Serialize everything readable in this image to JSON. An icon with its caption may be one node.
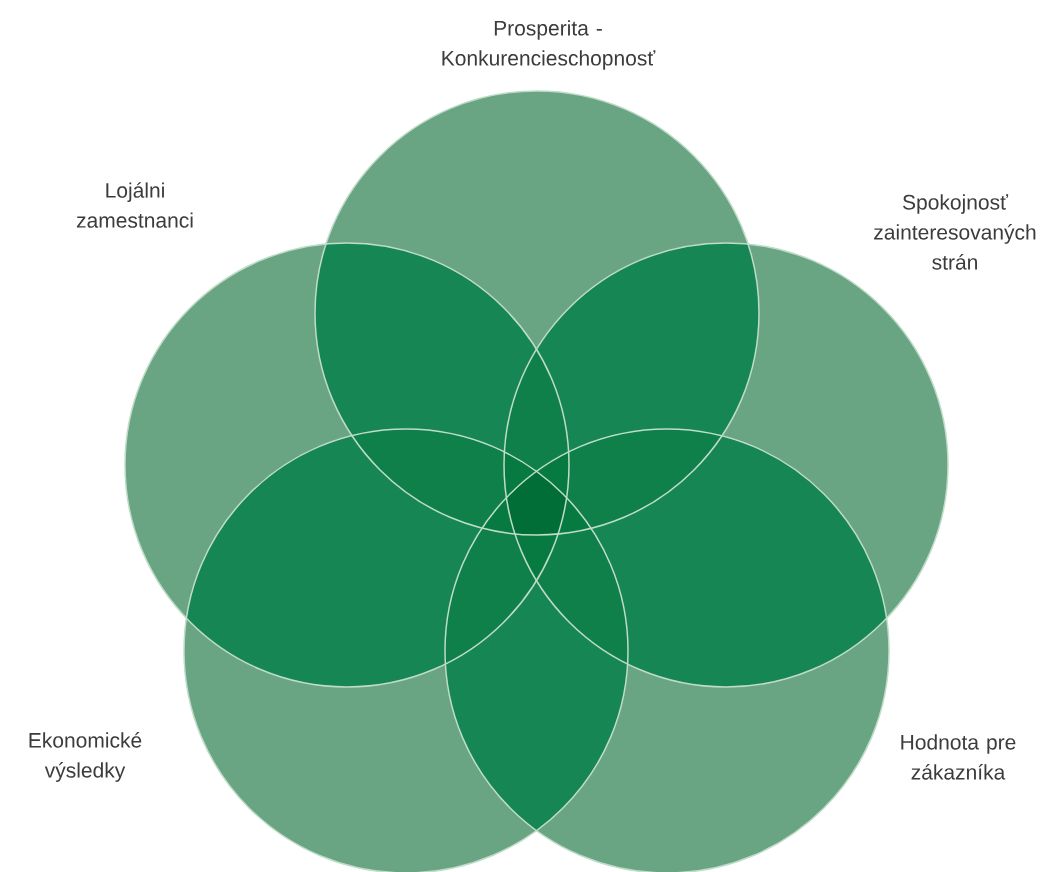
{
  "diagram": {
    "nodes": [
      {
        "text": [],
        "shape": "circle",
        "beside": [
          "Prosperita - Konkurencieschopnosť"
        ]
      },
      {
        "text": [],
        "shape": "circle",
        "beside": [
          "Lojálni zamestnanci"
        ]
      },
      {
        "text": [],
        "shape": "circle",
        "beside": [
          "Spokojnosť zainteresovaných strán"
        ]
      },
      {
        "text": [],
        "shape": "circle",
        "beside": [
          "Ekonomické výsledky"
        ]
      },
      {
        "text": [],
        "shape": "circle",
        "beside": [
          "Hodnota pre zákazníka"
        ]
      }
    ]
  }
}
